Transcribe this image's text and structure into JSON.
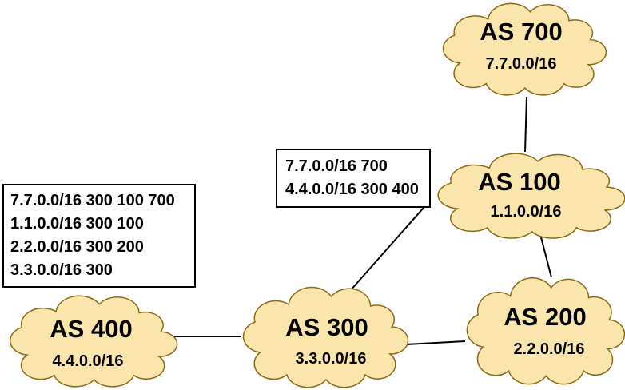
{
  "diagram": {
    "type": "bgp-as-topology",
    "background": "#ffffff",
    "colors": {
      "cloud_fill": "#FAE6AD",
      "cloud_stroke": "#8B6914",
      "link_line": "#000000",
      "box_border": "#000000",
      "text": "#000000"
    },
    "clouds": [
      {
        "name": "AS 700",
        "prefix": "7.7.0.0/16"
      },
      {
        "name": "AS 100",
        "prefix": "1.1.0.0/16"
      },
      {
        "name": "AS 200",
        "prefix": "2.2.0.0/16"
      },
      {
        "name": "AS 300",
        "prefix": "3.3.0.0/16"
      },
      {
        "name": "AS 400",
        "prefix": "4.4.0.0/16"
      }
    ],
    "links": [
      {
        "from": "AS 700",
        "to": "AS 100"
      },
      {
        "from": "AS 100",
        "to": "AS 300"
      },
      {
        "from": "AS 100",
        "to": "AS 200"
      },
      {
        "from": "AS 300",
        "to": "AS 200"
      },
      {
        "from": "AS 400",
        "to": "AS 300"
      }
    ],
    "route_boxes": [
      {
        "entries": [
          "7.7.0.0/16 300 100 700",
          "1.1.0.0/16 300 100",
          "2.2.0.0/16 300 200",
          "3.3.0.0/16 300"
        ]
      },
      {
        "entries": [
          "7.7.0.0/16 700",
          "4.4.0.0/16 300 400"
        ]
      }
    ]
  }
}
